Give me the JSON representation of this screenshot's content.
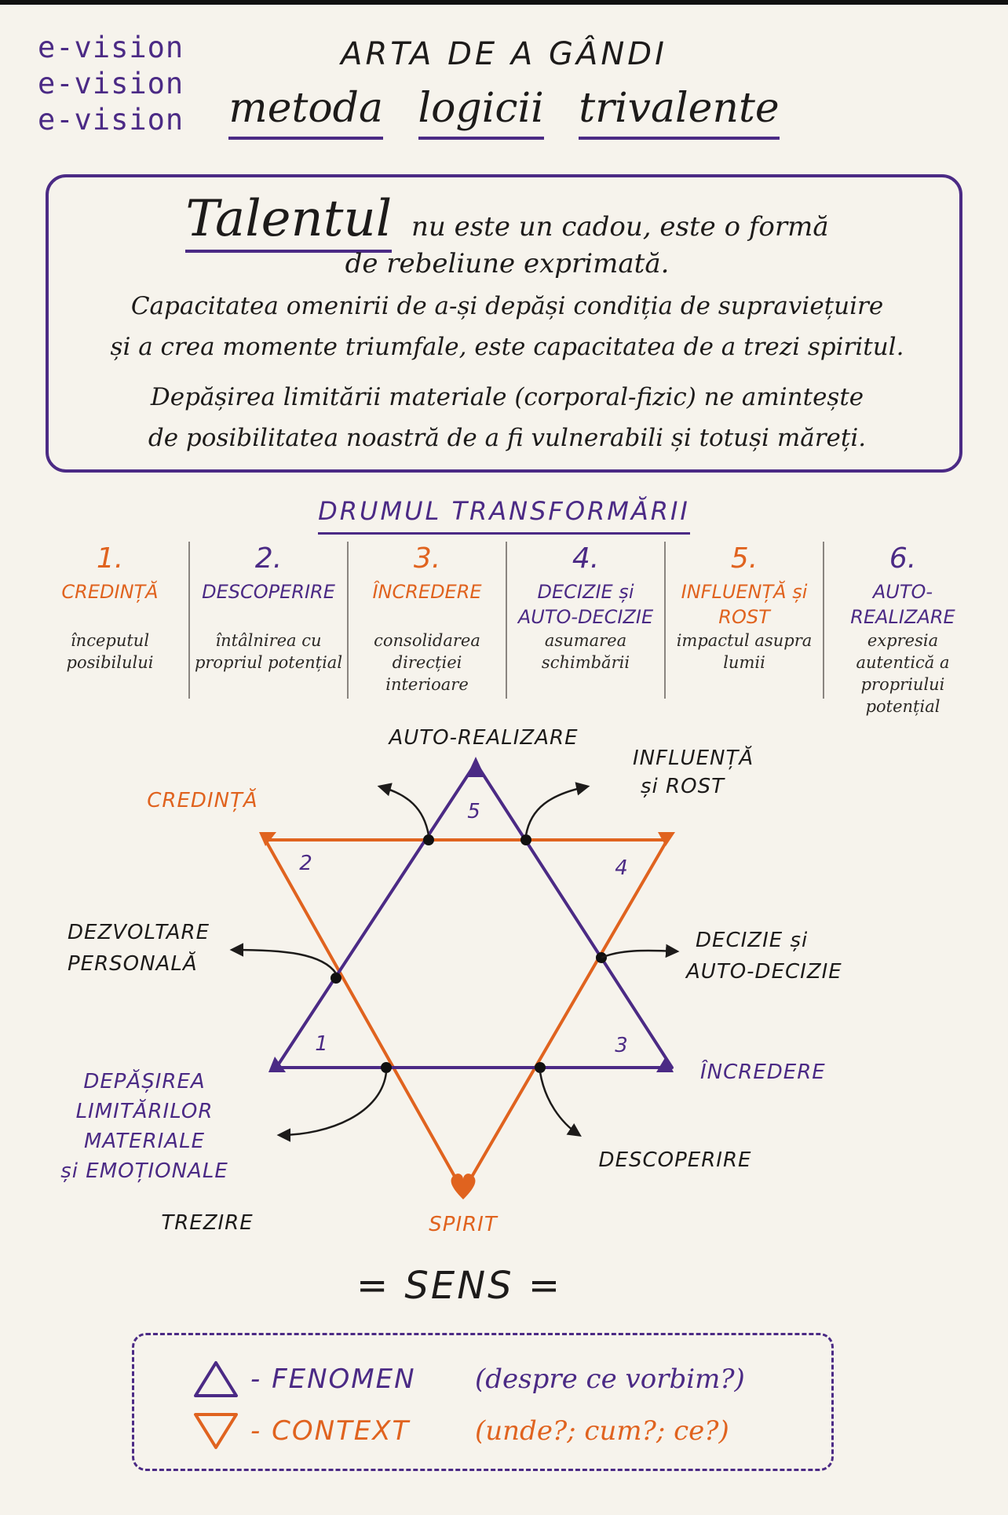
{
  "brand": [
    "e-vision",
    "e-vision",
    "e-vision"
  ],
  "header": {
    "title_line1": "ARTA DE A GÂNDI",
    "title_word1": "metoda",
    "title_word2": "logicii",
    "title_word3": "trivalente"
  },
  "quote": {
    "highlight": "Talentul",
    "line1_rest": "nu este un cadou, este o formă",
    "line2": "de rebeliune exprimată.",
    "para1_l1": "Capacitatea omenirii de a-și depăși condiția de supraviețuire",
    "para1_l2": "și a crea momente triumfale, este capacitatea de a trezi spiritul.",
    "para2_l1": "Depășirea limitării materiale (corporal-fizic) ne amintește",
    "para2_l2": "de posibilitatea noastră de a fi vulnerabili și totuși măreți."
  },
  "section_title": "DRUMUL TRANSFORMĂRII",
  "steps": [
    {
      "num": "1.",
      "name": "CREDINȚĂ",
      "desc": "începutul posibilului",
      "color": "#e0631f"
    },
    {
      "num": "2.",
      "name": "DESCOPERIRE",
      "desc": "întâlnirea cu propriul potențial",
      "color": "#4b2a85"
    },
    {
      "num": "3.",
      "name": "ÎNCREDERE",
      "desc": "consolidarea direcției interioare",
      "color": "#e0631f"
    },
    {
      "num": "4.",
      "name": "DECIZIE și AUTO-DECIZIE",
      "desc": "asumarea schimbării",
      "color": "#4b2a85"
    },
    {
      "num": "5.",
      "name": "INFLUENȚĂ și ROST",
      "desc": "impactul asupra lumii",
      "color": "#e0631f"
    },
    {
      "num": "6.",
      "name": "AUTO-REALIZARE",
      "desc": "expresia autentică a propriului potențial",
      "color": "#4b2a85"
    }
  ],
  "diagram": {
    "top_label": "AUTO-REALIZARE",
    "credinta": "CREDINȚĂ",
    "influenta_l1": "INFLUENȚĂ",
    "influenta_l2": "și ROST",
    "dezvoltare_l1": "DEZVOLTARE",
    "dezvoltare_l2": "PERSONALĂ",
    "decizie_l1": "DECIZIE și",
    "decizie_l2": "AUTO-DECIZIE",
    "increderea": "ÎNCREDERE",
    "depasirea_l1": "DEPĂȘIREA",
    "depasirea_l2": "LIMITĂRILOR",
    "depasirea_l3": "MATERIALE",
    "depasirea_l4": "și EMOȚIONALE",
    "descoperire": "DESCOPERIRE",
    "trezire": "TREZIRE",
    "spirit": "SPIRIT",
    "n1": "1",
    "n2": "2",
    "n3": "3",
    "n4": "4",
    "n5": "5"
  },
  "sens": "= SENS =",
  "legend": {
    "fenomen": "- FENOMEN",
    "fenomen_note": "(despre ce vorbim?)",
    "context": "- CONTEXT",
    "context_note": "(unde?; cum?; ce?)"
  },
  "colors": {
    "purple": "#4b2a85",
    "orange": "#e0631f",
    "ink": "#1d1b1a"
  }
}
